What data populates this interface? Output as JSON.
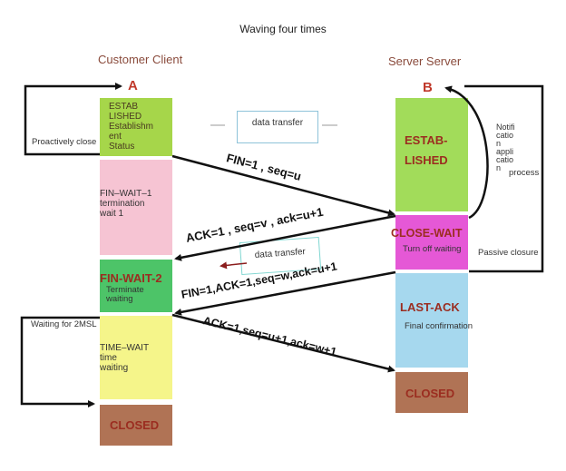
{
  "title": "Waving four times",
  "client": {
    "heading": "Customer Client",
    "letter": "A"
  },
  "server": {
    "heading": "Server Server",
    "letter": "B"
  },
  "client_states": {
    "established": "ESTAB\nLISHED\nEstablishm\nent\nStatus",
    "fin_wait_1": "FIN–WAIT–1\ntermination\nwait 1",
    "fin_wait_2": "FIN-WAIT-2",
    "fin_wait_2_sub": "Terminate\nwaiting",
    "time_wait": "TIME–WAIT\ntime\nwaiting",
    "closed": "CLOSED"
  },
  "server_states": {
    "established": "ESTAB-\nLISHED",
    "close_wait": "CLOSE-WAIT",
    "close_wait_sub": "Turn off waiting",
    "last_ack": "LAST-ACK",
    "last_ack_sub": "Final confirmation",
    "closed": "CLOSED"
  },
  "messages": {
    "m1": "FIN=1 , seq=u",
    "m2": "ACK=1 , seq=v , ack=u+1",
    "m3": "FIN=1,ACK=1,seq=w,ack=u+1",
    "m4": "ACK=1,seq=u+1,ack=w+1"
  },
  "labels": {
    "proactive_close": "Proactively close",
    "wait_2msl": "Waiting for 2MSL",
    "passive_closure": "Passive closure",
    "notify_app": "Notifi\ncatio\nn\nappli\ncatio\nn",
    "process": "process",
    "data_transfer_1": "data transfer",
    "data_transfer_2": "data transfer"
  },
  "colors": {
    "green": "#a6d64a",
    "pink": "#f6c4d3",
    "dark_green": "#4dc468",
    "yellow": "#f5f58a",
    "brown": "#b07355",
    "server_green": "#a2dc5a",
    "magenta": "#e558d6",
    "light_blue": "#a6d8ee"
  }
}
